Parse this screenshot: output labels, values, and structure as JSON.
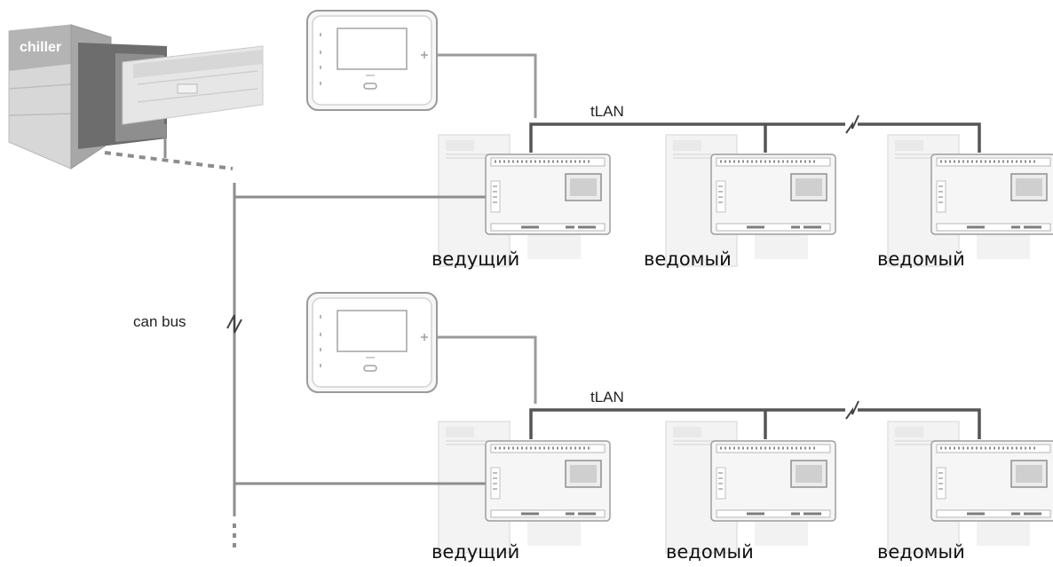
{
  "chiller": {
    "label": "chiller"
  },
  "can_bus": {
    "label": "can bus"
  },
  "groups": [
    {
      "network_label": "tLAN",
      "units": [
        {
          "role": "ведущий"
        },
        {
          "role": "ведомый"
        },
        {
          "role": "ведомый"
        }
      ]
    },
    {
      "network_label": "tLAN",
      "units": [
        {
          "role": "ведущий"
        },
        {
          "role": "ведомый"
        },
        {
          "role": "ведомый"
        }
      ]
    }
  ],
  "icons": {
    "chiller": "chiller-unit-icon",
    "terminal": "terminal-display-icon",
    "cabinet": "cabinet-icon",
    "controller": "controller-board-icon",
    "break": "line-break-icon"
  }
}
